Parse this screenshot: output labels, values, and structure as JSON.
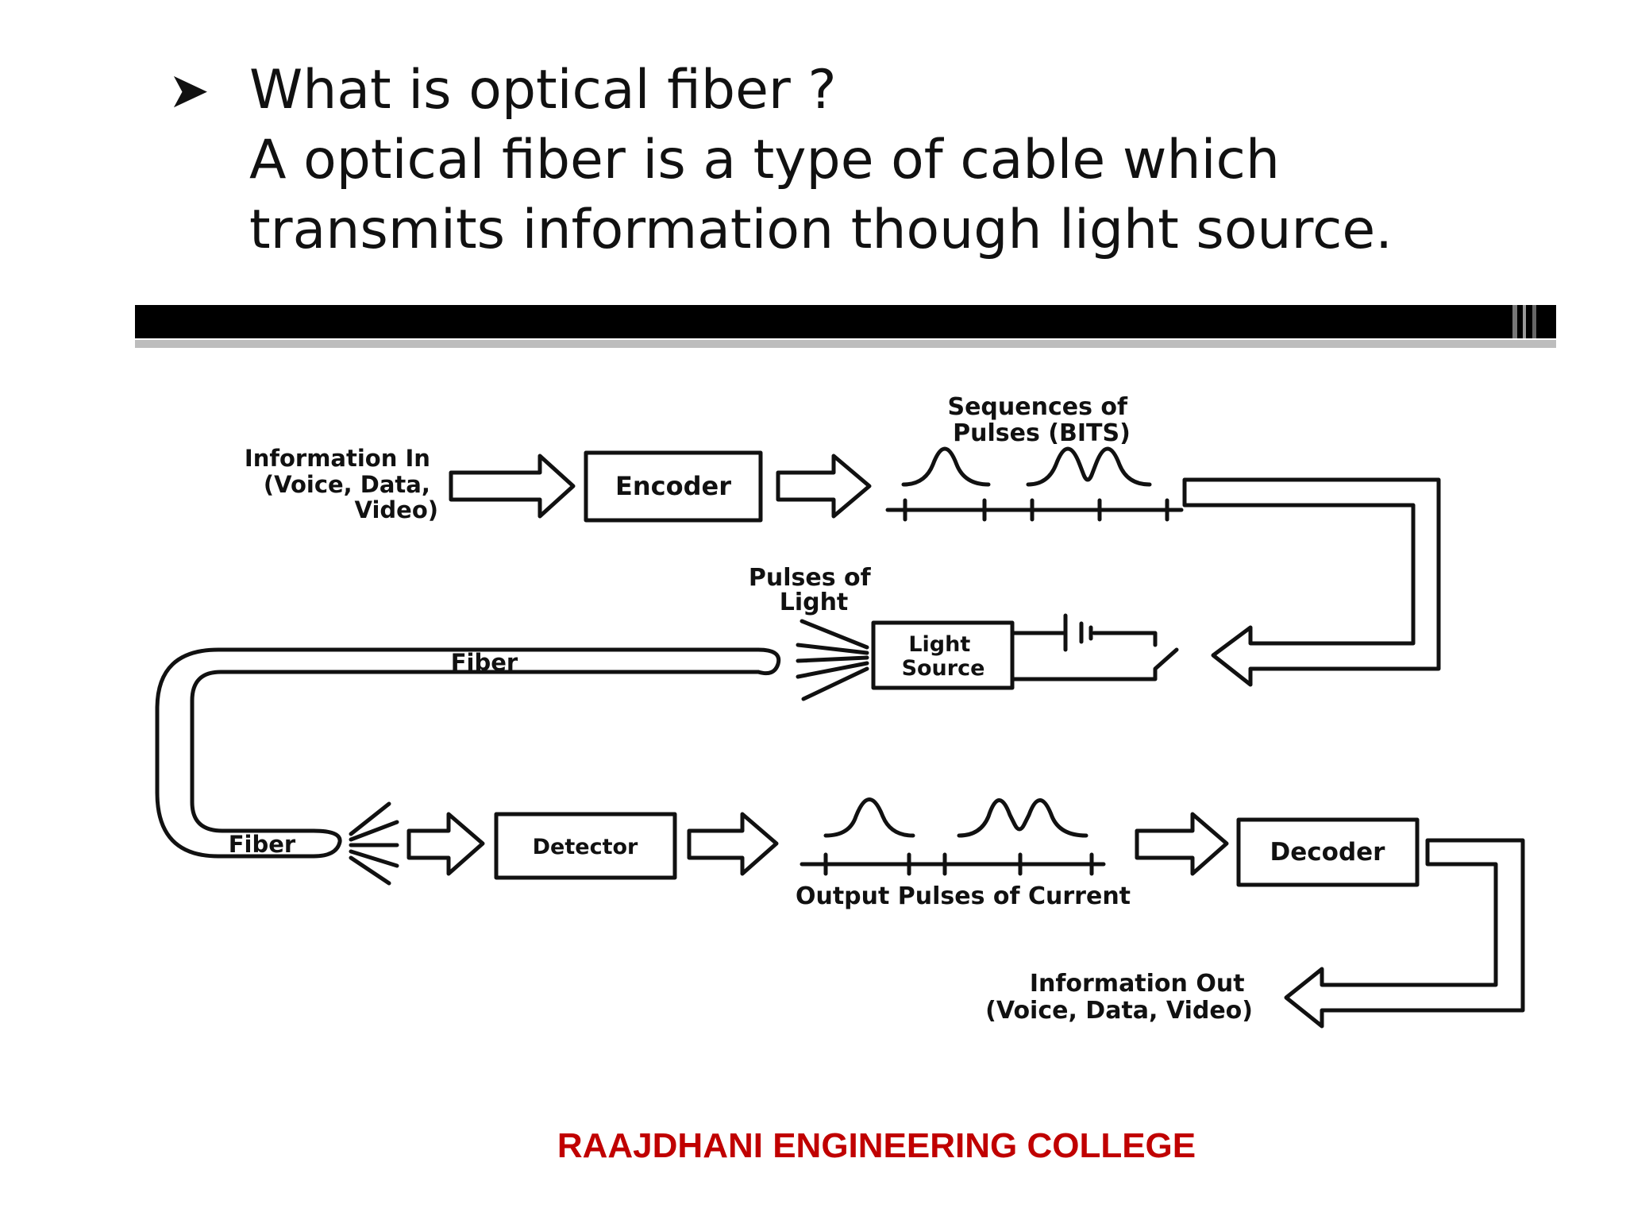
{
  "slide": {
    "bullet_icon": "arrowhead-bullet-icon",
    "heading_lines": [
      "What is optical fiber ?",
      "A optical fiber is a type of cable which",
      "transmits information though light source."
    ],
    "footer": "RAAJDHANI ENGINEERING COLLEGE",
    "footer_color": "#c00000"
  },
  "diagram": {
    "info_in": [
      "Information In",
      "(Voice, Data,",
      "Video)"
    ],
    "encoder": "Encoder",
    "sequences": [
      "Sequences of",
      "Pulses (BITS)"
    ],
    "pulses_of_light": [
      "Pulses of",
      "Light"
    ],
    "light_source": [
      "Light",
      "Source"
    ],
    "fiber_top": "Fiber",
    "fiber_bottom": "Fiber",
    "detector": "Detector",
    "output_pulses": "Output Pulses of Current",
    "decoder": "Decoder",
    "info_out": [
      "Information Out",
      "(Voice, Data, Video)"
    ]
  }
}
